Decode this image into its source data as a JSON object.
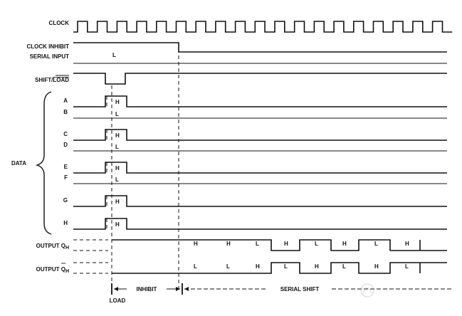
{
  "diagram": {
    "labels": {
      "clock": "CLOCK",
      "clock_inhibit": "CLOCK INHIBIT",
      "serial_input": "SERIAL INPUT",
      "shift_load_prefix": "SHIFT/",
      "shift_load_bar": "LOAD",
      "data": "DATA",
      "output_qh_prefix": "OUTPUT Q",
      "output_qhbar_prefix": "OUTPUT Q",
      "output_sub": "H"
    },
    "serial_input_level": "L",
    "data_lines": [
      {
        "name": "A",
        "level": "H"
      },
      {
        "name": "B",
        "level": "L"
      },
      {
        "name": "C",
        "level": "H"
      },
      {
        "name": "D",
        "level": "L"
      },
      {
        "name": "E",
        "level": "H"
      },
      {
        "name": "F",
        "level": "L"
      },
      {
        "name": "G",
        "level": "H"
      },
      {
        "name": "H",
        "level": "H"
      }
    ],
    "output_qh_levels": [
      "H",
      "H",
      "L",
      "H",
      "L",
      "H",
      "L",
      "H"
    ],
    "output_qhbar_levels": [
      "L",
      "L",
      "H",
      "L",
      "H",
      "L",
      "H",
      "L"
    ],
    "timeline": {
      "inhibit": "INHIBIT",
      "serial_shift": "SERIAL SHIFT",
      "load": "LOAD"
    }
  }
}
